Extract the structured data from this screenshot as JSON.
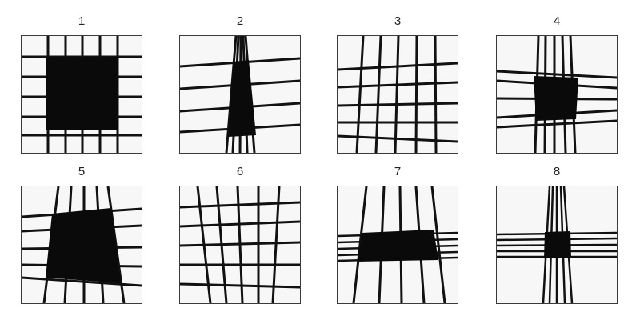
{
  "figure": {
    "panels": [
      {
        "number": "1"
      },
      {
        "number": "2"
      },
      {
        "number": "3"
      },
      {
        "number": "4"
      },
      {
        "number": "5"
      },
      {
        "number": "6"
      },
      {
        "number": "7"
      },
      {
        "number": "8"
      }
    ]
  }
}
